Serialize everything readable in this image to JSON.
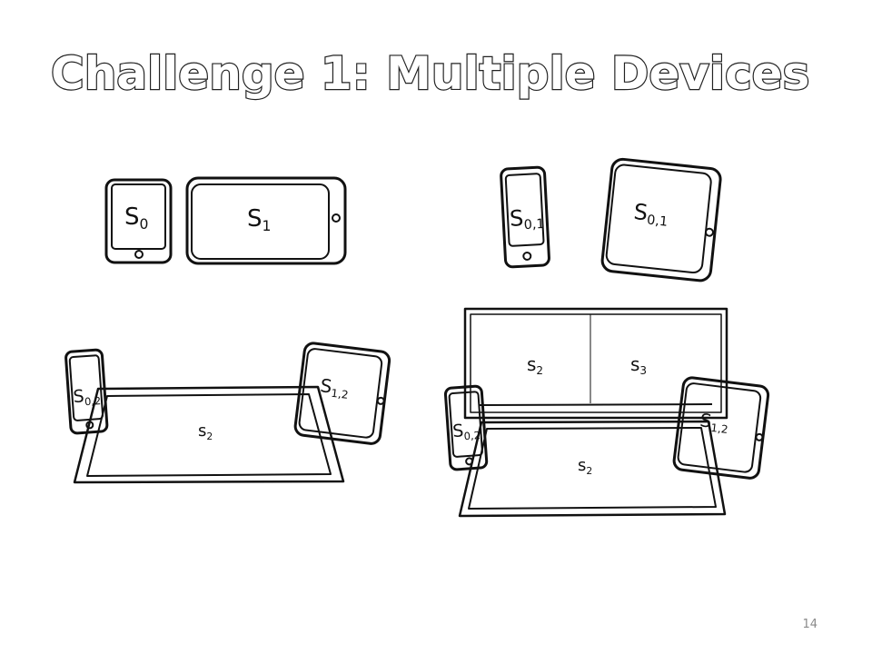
{
  "slide": {
    "title": "Challenge 1: Multiple Devices",
    "page_number": "14"
  },
  "labels": {
    "s0": {
      "base": "S",
      "sub": "0"
    },
    "s1": {
      "base": "S",
      "sub": "1"
    },
    "s01_phone": {
      "base": "S",
      "sub": "0,1"
    },
    "s01_tablet": {
      "base": "S",
      "sub": "0,1"
    },
    "s02_left": {
      "base": "S",
      "sub": "0,2"
    },
    "s12_left": {
      "base": "S",
      "sub": "1,2"
    },
    "s2_table_left": {
      "base": "s",
      "sub": "2"
    },
    "s2_wall": {
      "base": "s",
      "sub": "2"
    },
    "s3_wall": {
      "base": "s",
      "sub": "3"
    },
    "s02_right": {
      "base": "S",
      "sub": "0,2"
    },
    "s12_right": {
      "base": "S",
      "sub": "1,2"
    },
    "s2_table_right": {
      "base": "s",
      "sub": "2"
    }
  },
  "colors": {
    "stroke": "#111111",
    "title_fill": "#ffffff",
    "page_number": "#8a8a8a"
  }
}
